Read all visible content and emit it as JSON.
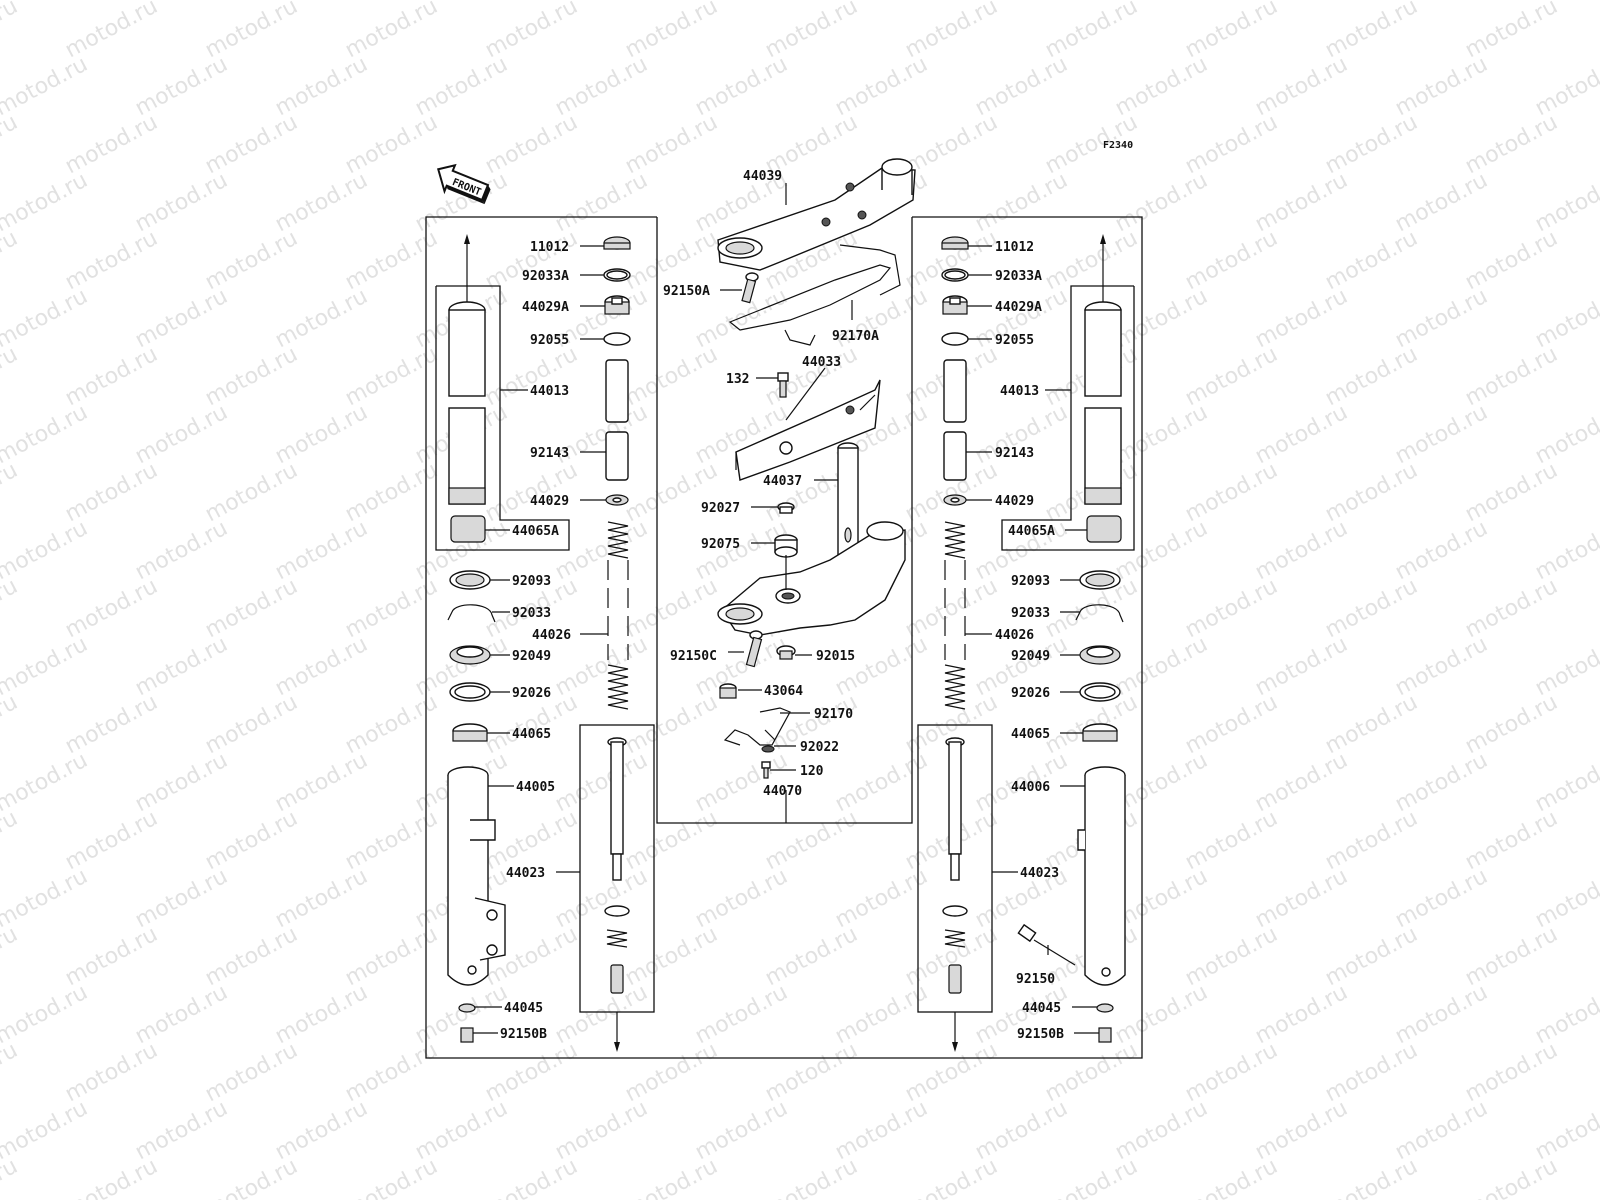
{
  "diagram_code": "F2340",
  "front_label": "FRONT",
  "watermark": "motod.ru",
  "parts": {
    "p44039": "44039",
    "p92150A": "92150A",
    "p92170A": "92170A",
    "p132": "132",
    "p44033": "44033",
    "p44037": "44037",
    "p92027": "92027",
    "p92075": "92075",
    "p92150C": "92150C",
    "p92015": "92015",
    "p43064": "43064",
    "p92170": "92170",
    "p92022": "92022",
    "p120": "120",
    "p44070": "44070",
    "L11012": "11012",
    "L92033A": "92033A",
    "L44029A": "44029A",
    "L92055": "92055",
    "L44013": "44013",
    "L92143": "92143",
    "L44029": "44029",
    "L44065A": "44065A",
    "L92093": "92093",
    "L92033": "92033",
    "L44026": "44026",
    "L92049": "92049",
    "L92026": "92026",
    "L44065": "44065",
    "L44005": "44005",
    "L44023": "44023",
    "L44045": "44045",
    "L92150B": "92150B",
    "R11012": "11012",
    "R92033A": "92033A",
    "R44029A": "44029A",
    "R92055": "92055",
    "R44013": "44013",
    "R92143": "92143",
    "R44029": "44029",
    "R44065A": "44065A",
    "R92093": "92093",
    "R92033": "92033",
    "R44026": "44026",
    "R92049": "92049",
    "R92026": "92026",
    "R44065": "44065",
    "R44006": "44006",
    "R44023": "44023",
    "R92150": "92150",
    "R44045": "44045",
    "R92150B": "92150B"
  }
}
